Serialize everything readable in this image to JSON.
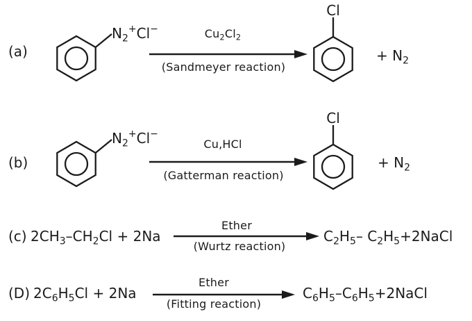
{
  "palette": {
    "ink": "#1b1b1b",
    "background": "#ffffff"
  },
  "reactions": {
    "a": {
      "label": "(a)",
      "reactant": {
        "structure": "benzene-ring",
        "substituent_tokens": [
          [
            "n",
            "N"
          ],
          [
            "s",
            "2"
          ],
          [
            "u",
            "+"
          ],
          [
            "n",
            "Cl"
          ],
          [
            "u",
            "−"
          ]
        ]
      },
      "arrow": {
        "reagent_tokens": [
          [
            "n",
            "Cu"
          ],
          [
            "s",
            "2"
          ],
          [
            "n",
            "Cl"
          ],
          [
            "s",
            "2"
          ]
        ],
        "reaction_name": "(Sandmeyer reaction)"
      },
      "product": {
        "structure": "benzene-ring",
        "substituent": "Cl"
      },
      "byproduct_tokens": [
        [
          "n",
          "+ N"
        ],
        [
          "s",
          "2"
        ]
      ]
    },
    "b": {
      "label": "(b)",
      "reactant": {
        "structure": "benzene-ring",
        "substituent_tokens": [
          [
            "n",
            "N"
          ],
          [
            "s",
            "2"
          ],
          [
            "u",
            "+"
          ],
          [
            "n",
            "Cl"
          ],
          [
            "u",
            "−"
          ]
        ]
      },
      "arrow": {
        "reagent": "Cu,HCl",
        "reaction_name": "(Gatterman reaction)"
      },
      "product": {
        "structure": "benzene-ring",
        "substituent": "Cl"
      },
      "byproduct_tokens": [
        [
          "n",
          "+ N"
        ],
        [
          "s",
          "2"
        ]
      ]
    },
    "c": {
      "label": "(c)",
      "reactant_tokens": [
        [
          "n",
          "2CH"
        ],
        [
          "s",
          "3"
        ],
        [
          "n",
          "–CH"
        ],
        [
          "s",
          "2"
        ],
        [
          "n",
          "Cl + 2Na"
        ]
      ],
      "arrow": {
        "reagent": "Ether",
        "reaction_name": "(Wurtz reaction)"
      },
      "product_tokens": [
        [
          "n",
          "C"
        ],
        [
          "s",
          "2"
        ],
        [
          "n",
          "H"
        ],
        [
          "s",
          "5"
        ],
        [
          "n",
          "– C"
        ],
        [
          "s",
          "2"
        ],
        [
          "n",
          "H"
        ],
        [
          "s",
          "5"
        ],
        [
          "n",
          "+2NaCl"
        ]
      ]
    },
    "d": {
      "label": "(D)",
      "reactant_tokens": [
        [
          "n",
          "2C"
        ],
        [
          "s",
          "6"
        ],
        [
          "n",
          "H"
        ],
        [
          "s",
          "5"
        ],
        [
          "n",
          "Cl + 2Na"
        ]
      ],
      "arrow": {
        "reagent": "Ether",
        "reaction_name": "(Fitting reaction)"
      },
      "product_tokens": [
        [
          "n",
          "C"
        ],
        [
          "s",
          "6"
        ],
        [
          "n",
          "H"
        ],
        [
          "s",
          "5"
        ],
        [
          "n",
          "–C"
        ],
        [
          "s",
          "6"
        ],
        [
          "n",
          "H"
        ],
        [
          "s",
          "5"
        ],
        [
          "n",
          "+2NaCl"
        ]
      ]
    }
  }
}
